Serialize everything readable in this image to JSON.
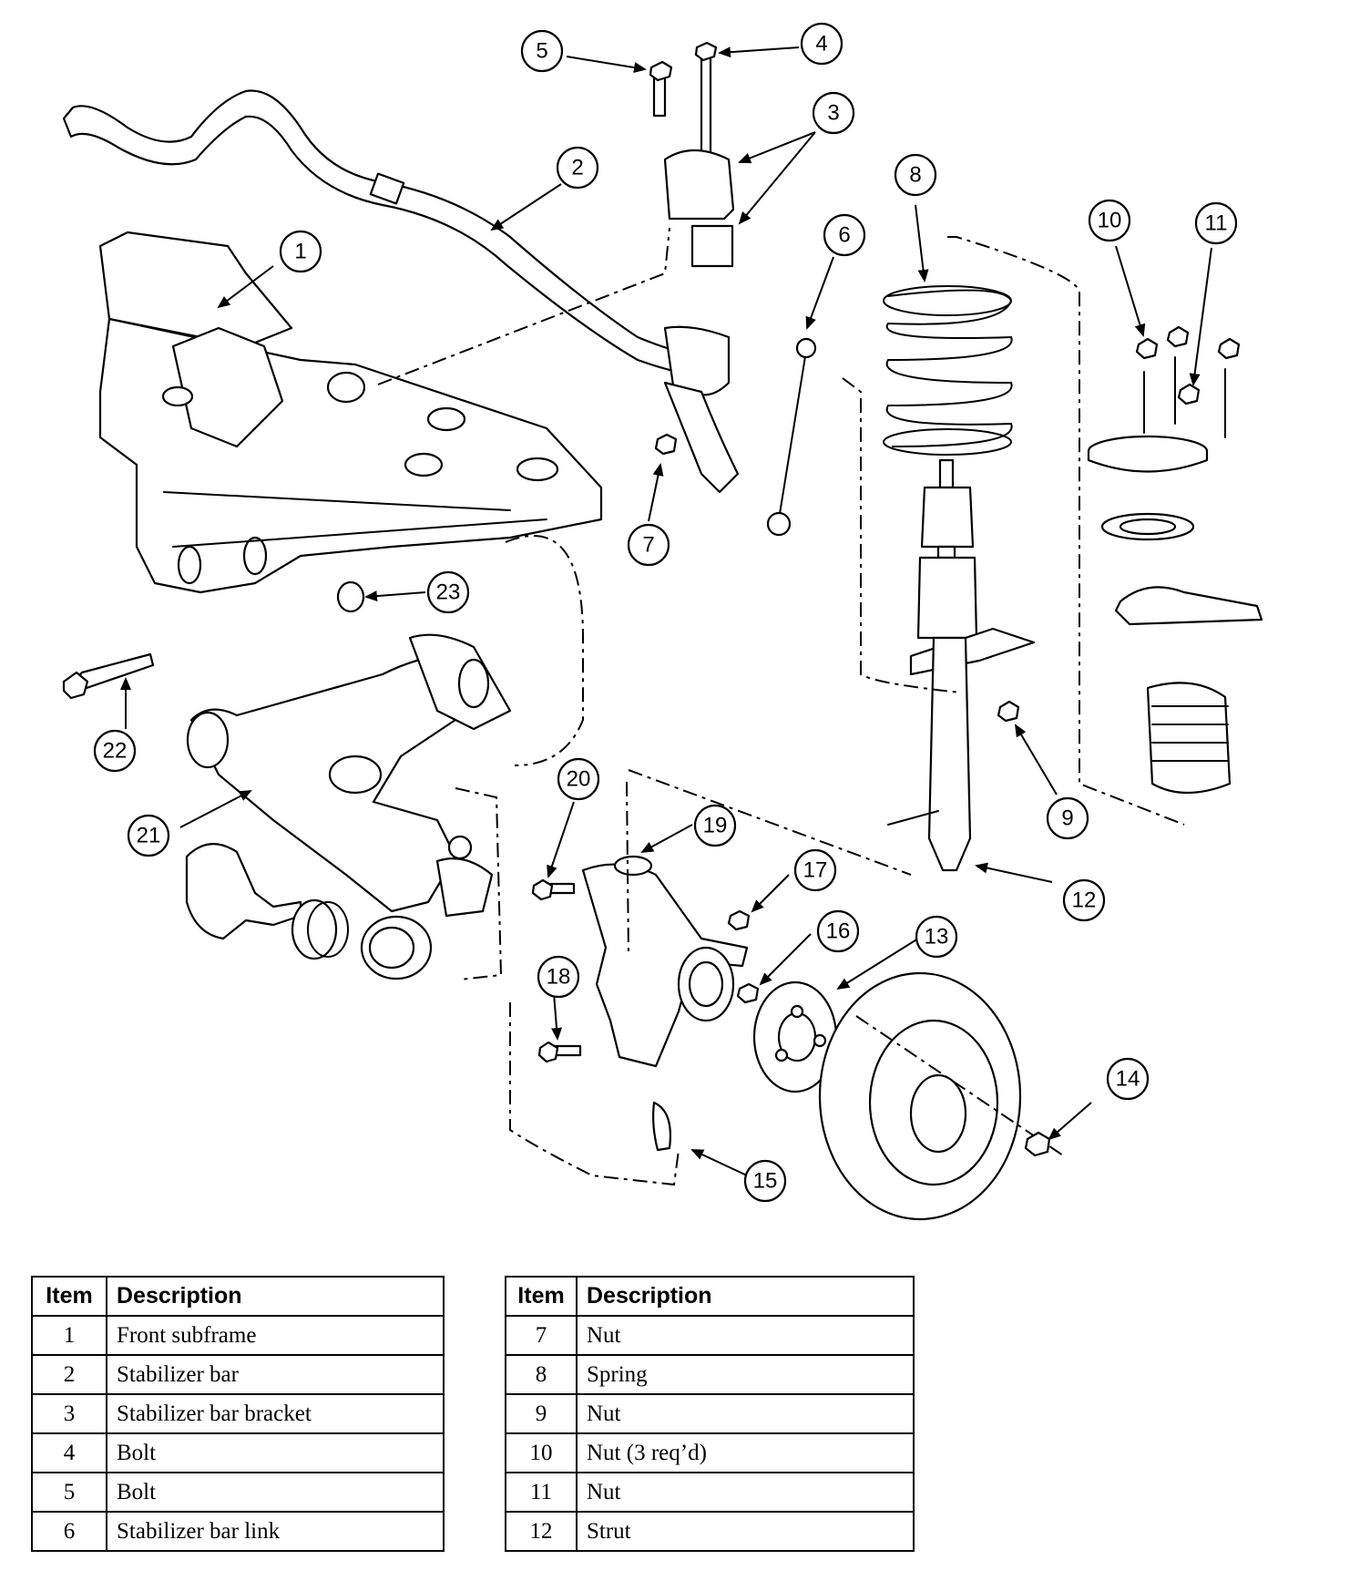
{
  "callouts": [
    "1",
    "2",
    "3",
    "4",
    "5",
    "6",
    "7",
    "8",
    "9",
    "10",
    "11",
    "12",
    "13",
    "14",
    "15",
    "16",
    "17",
    "18",
    "19",
    "20",
    "21",
    "22",
    "23"
  ],
  "tables": [
    {
      "headers": {
        "item": "Item",
        "description": "Description"
      },
      "rows": [
        {
          "item": "1",
          "description": "Front subframe"
        },
        {
          "item": "2",
          "description": "Stabilizer bar"
        },
        {
          "item": "3",
          "description": "Stabilizer bar bracket"
        },
        {
          "item": "4",
          "description": "Bolt"
        },
        {
          "item": "5",
          "description": "Bolt"
        },
        {
          "item": "6",
          "description": "Stabilizer bar link"
        }
      ]
    },
    {
      "headers": {
        "item": "Item",
        "description": "Description"
      },
      "rows": [
        {
          "item": "7",
          "description": "Nut"
        },
        {
          "item": "8",
          "description": "Spring"
        },
        {
          "item": "9",
          "description": "Nut"
        },
        {
          "item": "10",
          "description": "Nut (3 req’d)"
        },
        {
          "item": "11",
          "description": "Nut"
        },
        {
          "item": "12",
          "description": "Strut"
        }
      ]
    }
  ]
}
